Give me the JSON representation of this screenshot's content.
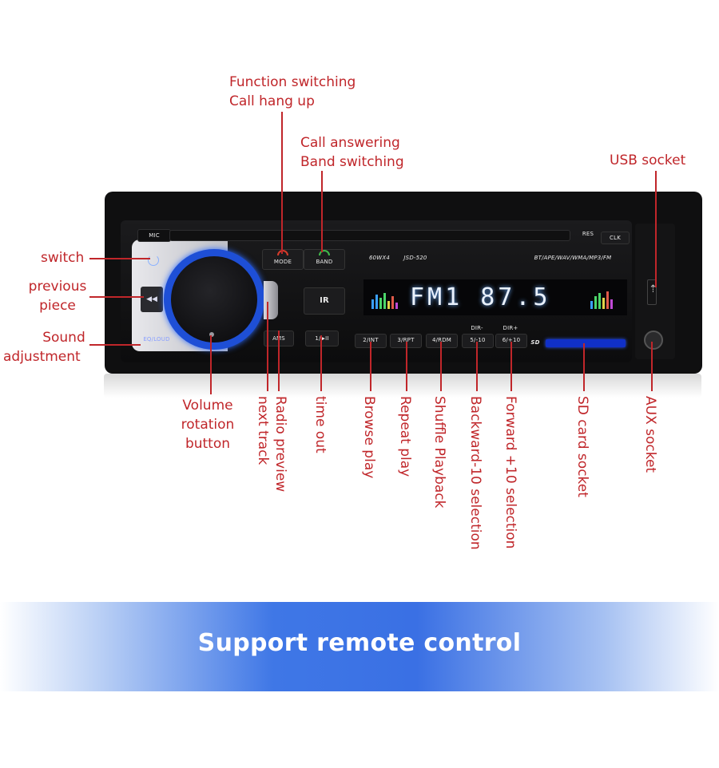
{
  "labels": {
    "function_switching": "Function switching",
    "call_hang_up": "Call hang up",
    "call_answering": "Call answering",
    "band_switching": "Band switching",
    "usb_socket": "USB socket",
    "switch": "switch",
    "previous_line1": "previous",
    "previous_line2": "piece",
    "sound_line1": "Sound",
    "sound_line2": "adjustment",
    "volume_line1": "Volume",
    "volume_line2": "rotation",
    "volume_line3": "button",
    "next_track": "next track",
    "radio_preview": "Radio preview",
    "time_out": "time out",
    "browse_play": "Browse play",
    "repeat_play": "Repeat play",
    "shuffle_playback": "Shuffle Playback",
    "backward": "Backward-10 selection",
    "forward": "Forward +10 selection",
    "sd_card": "SD card socket",
    "aux_socket": "AUX socket"
  },
  "device": {
    "mic": "MIC",
    "mode": "MODE",
    "band": "BAND",
    "res": "RES",
    "clk": "CLK",
    "power_label": "60WX4",
    "model": "JSD-520",
    "formats": "BT/APE/WAV/WMA/MP3/FM",
    "display_text": "FM1 87.5",
    "eq_loud": "EQ/LOUD",
    "ir": "IR",
    "ams": "AMS",
    "btn_1": "1/▶II",
    "btn_2": "2/INT",
    "btn_3": "3/RPT",
    "btn_4": "4/RDM",
    "btn_5": "5/-10",
    "btn_6": "6/+10",
    "dir_minus": "DIR-",
    "dir_plus": "DIR+",
    "sd_logo": "SD"
  },
  "banner": {
    "text": "Support remote control"
  },
  "colors": {
    "label": "#c0262a",
    "knob_ring": "#1e4fd6",
    "banner": "#3f77e6"
  }
}
